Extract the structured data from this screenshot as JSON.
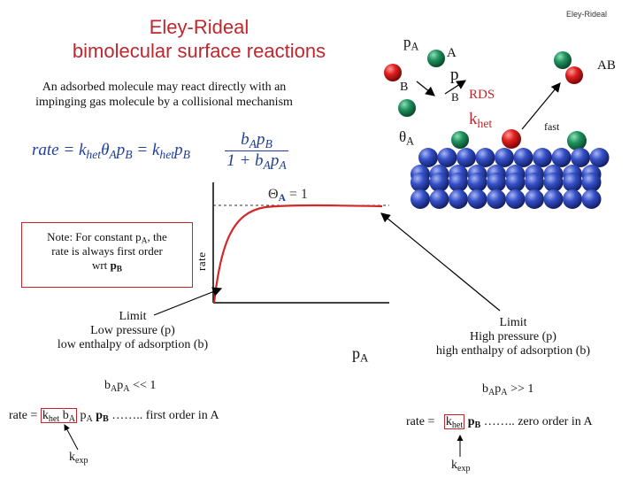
{
  "header": {
    "corner_label": "Eley-Rideal",
    "title_line1": "Eley-Rideal",
    "title_line2": "bimolecular surface reactions"
  },
  "intro": {
    "text": "An adsorbed molecule may react directly with an impinging gas molecule by a collisional mechanism"
  },
  "rate_equation": {
    "lhs": "rate",
    "k": "k",
    "k_sub": "het",
    "theta": "θ",
    "theta_sub": "A",
    "p": "p",
    "p_sub": "B",
    "num_b": "b",
    "num_b_sub": "A",
    "num_p": "p",
    "num_p_sub": "B",
    "den_one": "1 +",
    "den_b": "b",
    "den_b_sub": "A",
    "den_p": "p",
    "den_p_sub": "A"
  },
  "mechanism": {
    "pA": "p",
    "pA_sub": "A",
    "A": "A",
    "B": "B",
    "p": "p",
    "B2": "B",
    "rds": "RDS",
    "AB": "AB",
    "khet": "k",
    "khet_sub": "het",
    "thetaA": "θ",
    "thetaA_sub": "A",
    "fast": "fast"
  },
  "graph": {
    "theta_label": "Θ",
    "theta_sub": "A",
    "theta_eq": "= 1",
    "ylabel": "rate",
    "xlabel": "p",
    "xlabel_sub": "A"
  },
  "note": {
    "line1": "Note: For constant p",
    "line1_sub": "A",
    "line1_end": ", the",
    "line2": "rate is always first order",
    "line3": "wrt ",
    "line3_bold": "p",
    "line3_bold_sub": "B"
  },
  "limit_low": {
    "line1": "Limit",
    "line2": "Low pressure (p)",
    "line3": "low enthalpy of adsorption (b)"
  },
  "limit_high": {
    "line1": "Limit",
    "line2": "High pressure (p)",
    "line3": "high enthalpy of adsorption (b)"
  },
  "low_condition": {
    "b": "b",
    "b_sub": "A",
    "p": "p",
    "p_sub": "A",
    "rel": "<< 1"
  },
  "high_condition": {
    "b": "b",
    "b_sub": "A",
    "p": "p",
    "p_sub": "A",
    "rel": ">> 1"
  },
  "low_rate": {
    "lhs": "rate =",
    "k": "k",
    "k_sub": "het",
    "b": "b",
    "b_sub": "A",
    "pA": "p",
    "pA_sub": "A",
    "pB": "p",
    "pB_sub": "B",
    "suffix": "…….. first order in A",
    "kexp": "k",
    "kexp_sub": "exp"
  },
  "high_rate": {
    "lhs": "rate =",
    "k": "k",
    "k_sub": "het",
    "pB": "p",
    "pB_sub": "B",
    "suffix": "…….. zero order in A",
    "kexp": "k",
    "kexp_sub": "exp"
  },
  "colors": {
    "title": "#c0262d",
    "curve": "#d62728",
    "equation": "#1f3fa0",
    "sphere_blue": "#2a44b8",
    "sphere_red": "#d51a1a",
    "sphere_green": "#1e8a5a",
    "note_border": "#c0262d"
  }
}
